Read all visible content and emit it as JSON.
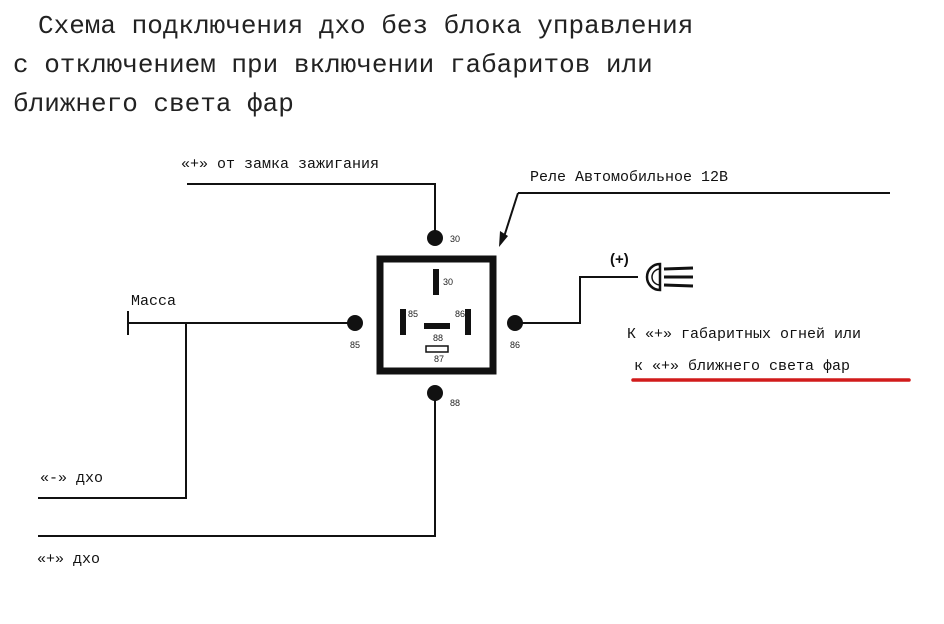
{
  "title": {
    "line1": "Схема подключения дхо без блока управления",
    "line2": "с отключением при включении габаритов или",
    "line3": "ближнего света фар"
  },
  "labels": {
    "ignition": "«+» от замка зажигания",
    "relay": "Реле Автомобильное 12В",
    "ground": "Масса",
    "drl_minus": "«-» дхо",
    "drl_plus": "«+» дхо",
    "to_lights_line1": "К «+» габаритных огней или",
    "to_lights_line2": "к «+» ближнего света фар",
    "lamp_plus": "(+)"
  },
  "pins": {
    "p30": "30",
    "p85": "85",
    "p86": "86",
    "p87": "87",
    "p88": "88"
  },
  "colors": {
    "line": "#111111",
    "highlight_underline": "#d11b1b"
  },
  "icons": {
    "lamp": "headlight-icon"
  }
}
